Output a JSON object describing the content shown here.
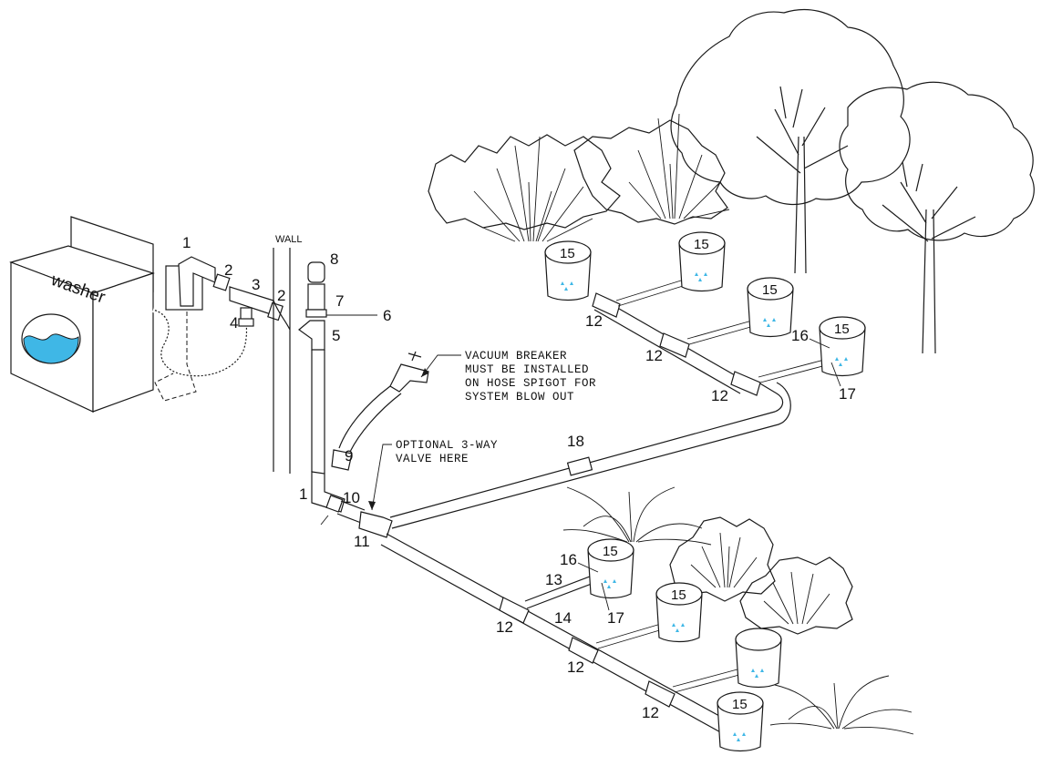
{
  "washer_label": "washer",
  "wall_label": "WALL",
  "notes": {
    "vacuum_breaker": [
      "VACUUM BREAKER",
      "MUST BE INSTALLED",
      "ON HOSE SPIGOT FOR",
      "SYSTEM BLOW OUT"
    ],
    "three_way_valve": [
      "OPTIONAL 3-WAY",
      "VALVE HERE"
    ]
  },
  "basin_tag": "15",
  "callouts": {
    "c1a": "1",
    "c2a": "2",
    "c3": "3",
    "c2b": "2",
    "c4": "4",
    "c8": "8",
    "c7": "7",
    "c6": "6",
    "c5": "5",
    "c9": "9",
    "c1b": "1",
    "c10": "10",
    "c11": "11",
    "c18": "18",
    "c12a": "12",
    "c12b": "12",
    "c12c": "12",
    "c16a": "16",
    "c17a": "17",
    "c16b": "16",
    "c13": "13",
    "c12d": "12",
    "c14": "14",
    "c17b": "17",
    "c12e": "12",
    "c12f": "12"
  },
  "colors": {
    "water": "#3fb7e6",
    "ink": "#1a1a1a",
    "paper": "#ffffff"
  }
}
